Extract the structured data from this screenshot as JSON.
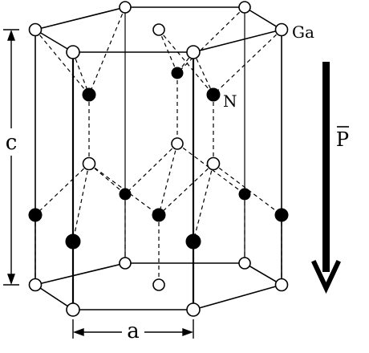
{
  "labels": {
    "gallium": "Ga",
    "nitrogen": "N",
    "c_axis": "c",
    "a_axis": "a",
    "polarization": "P"
  },
  "colors": {
    "ink": "#000000",
    "paper": "#ffffff"
  }
}
